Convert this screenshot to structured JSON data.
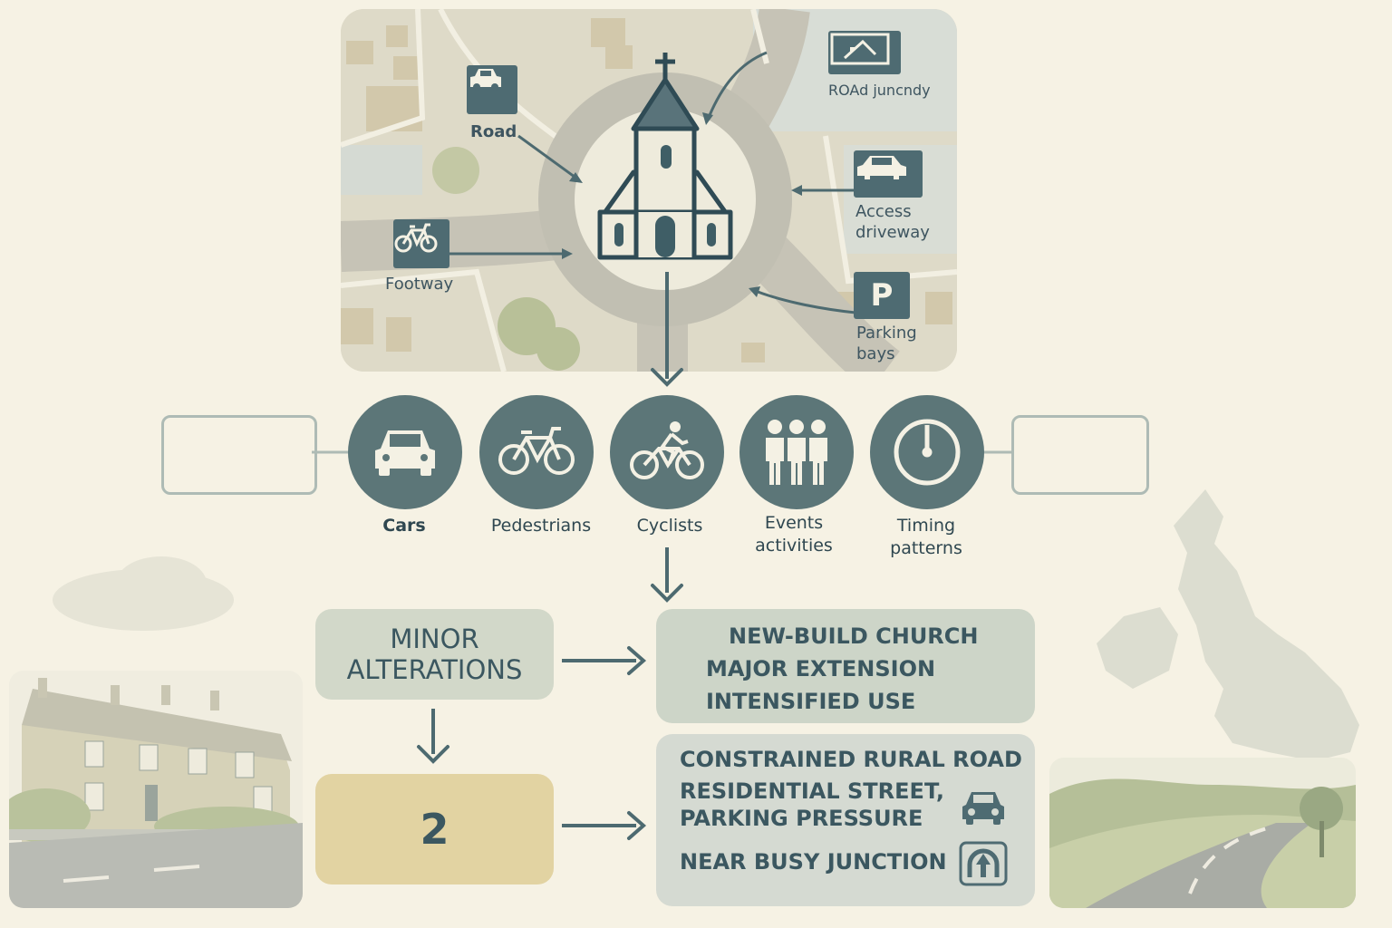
{
  "map": {
    "labels": {
      "road": "Road",
      "road_junction": "ROAd juncndy",
      "access_driveway": "Access\ndriveway",
      "footway": "Footway",
      "parking_bays": "Parking\nbays"
    },
    "icons": [
      "car-icon",
      "road-junction-sign-icon",
      "car-icon",
      "bicycle-icon",
      "parking-icon",
      "church-icon"
    ]
  },
  "categories": [
    {
      "id": "cars",
      "label": "Cars",
      "icon": "car-icon"
    },
    {
      "id": "pedestrians",
      "label": "Pedestrians",
      "icon": "bicycle-icon"
    },
    {
      "id": "cyclists",
      "label": "Cyclists",
      "icon": "cyclist-icon"
    },
    {
      "id": "events",
      "label": "Events\nactivities",
      "icon": "people-icon"
    },
    {
      "id": "timing",
      "label": "Timing\npatterns",
      "icon": "clock-icon"
    }
  ],
  "flow": {
    "minor": "MINOR\nALTERATIONS",
    "level2": "2",
    "major": [
      "NEW-BUILD CHURCH",
      "MAJOR EXTENSION",
      "INTENSIFIED USE"
    ],
    "context": [
      "CONSTRAINED RURAL ROAD",
      "RESIDENTIAL STREET,\nPARKING PRESSURE",
      "NEAR BUSY JUNCTION"
    ]
  },
  "colors": {
    "background": "#f6f2e4",
    "icon_dark": "#4e6b72",
    "circle": "#5c7678",
    "box_green": "#cdd5c5",
    "box_yellow": "#e2d3a2",
    "arrow": "#4d6a70"
  }
}
